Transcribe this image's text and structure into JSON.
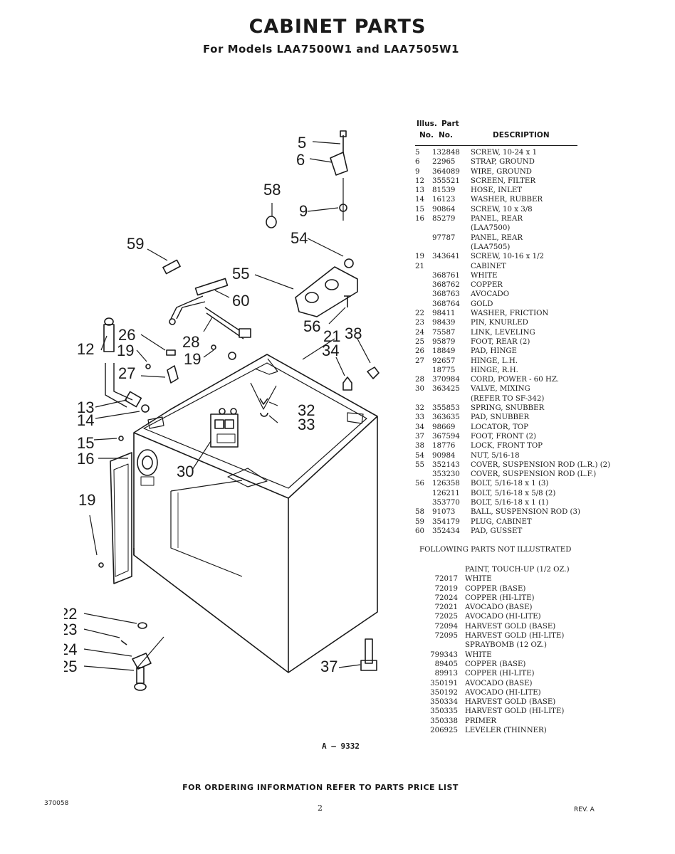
{
  "header": {
    "title": "CABINET PARTS",
    "subtitle": "For Models LAA7500W1 and LAA7505W1"
  },
  "table_header": {
    "illus_line1": "Illus.",
    "illus_line2": "No.",
    "part_line1": "Part",
    "part_line2": "No.",
    "description": "DESCRIPTION"
  },
  "parts": [
    {
      "illus": "5",
      "part": "132848",
      "desc": "SCREW, 10-24 x 1"
    },
    {
      "illus": "6",
      "part": "22965",
      "desc": "STRAP, GROUND"
    },
    {
      "illus": "9",
      "part": "364089",
      "desc": "WIRE, GROUND"
    },
    {
      "illus": "12",
      "part": "355521",
      "desc": "SCREEN, FILTER"
    },
    {
      "illus": "13",
      "part": "81539",
      "desc": "HOSE, INLET"
    },
    {
      "illus": "14",
      "part": "16123",
      "desc": "WASHER, RUBBER"
    },
    {
      "illus": "15",
      "part": "90864",
      "desc": "SCREW, 10 x 3/8"
    },
    {
      "illus": "16",
      "part": "85279",
      "desc": "PANEL, REAR"
    },
    {
      "illus": "",
      "part": "",
      "desc": "(LAA7500)"
    },
    {
      "illus": "",
      "part": "97787",
      "desc": "PANEL, REAR"
    },
    {
      "illus": "",
      "part": "",
      "desc": "(LAA7505)"
    },
    {
      "illus": "19",
      "part": "343641",
      "desc": "SCREW, 10-16 x 1/2"
    },
    {
      "illus": "21",
      "part": "",
      "desc": "CABINET"
    },
    {
      "illus": "",
      "part": "368761",
      "desc": "WHITE"
    },
    {
      "illus": "",
      "part": "368762",
      "desc": "COPPER"
    },
    {
      "illus": "",
      "part": "368763",
      "desc": "AVOCADO"
    },
    {
      "illus": "",
      "part": "368764",
      "desc": "GOLD"
    },
    {
      "illus": "22",
      "part": "98411",
      "desc": "WASHER, FRICTION"
    },
    {
      "illus": "23",
      "part": "98439",
      "desc": "PIN, KNURLED"
    },
    {
      "illus": "24",
      "part": "75587",
      "desc": "LINK, LEVELING"
    },
    {
      "illus": "25",
      "part": "95879",
      "desc": "FOOT, REAR (2)"
    },
    {
      "illus": "26",
      "part": "18849",
      "desc": "PAD, HINGE"
    },
    {
      "illus": "27",
      "part": "92657",
      "desc": "HINGE, L.H."
    },
    {
      "illus": "",
      "part": "18775",
      "desc": "HINGE, R.H."
    },
    {
      "illus": "28",
      "part": "370984",
      "desc": "CORD, POWER - 60 HZ."
    },
    {
      "illus": "30",
      "part": "363425",
      "desc": "VALVE, MIXING"
    },
    {
      "illus": "",
      "part": "",
      "desc": "(REFER TO SF-342)"
    },
    {
      "illus": "32",
      "part": "355853",
      "desc": "SPRING, SNUBBER"
    },
    {
      "illus": "33",
      "part": "363635",
      "desc": "PAD, SNUBBER"
    },
    {
      "illus": "34",
      "part": "98669",
      "desc": "LOCATOR, TOP"
    },
    {
      "illus": "37",
      "part": "367594",
      "desc": "FOOT, FRONT (2)"
    },
    {
      "illus": "38",
      "part": "18776",
      "desc": "LOCK, FRONT TOP"
    },
    {
      "illus": "54",
      "part": "90984",
      "desc": "NUT, 5/16-18"
    },
    {
      "illus": "55",
      "part": "352143",
      "desc": "COVER, SUSPENSION ROD (L.R.) (2)"
    },
    {
      "illus": "",
      "part": "353230",
      "desc": "COVER, SUSPENSION ROD (L.F.)"
    },
    {
      "illus": "56",
      "part": "126358",
      "desc": "BOLT, 5/16-18 x 1 (3)"
    },
    {
      "illus": "",
      "part": "126211",
      "desc": "BOLT, 5/16-18 x 5/8 (2)"
    },
    {
      "illus": "",
      "part": "353770",
      "desc": "BOLT, 5/16-18 x 1 (1)"
    },
    {
      "illus": "58",
      "part": "91073",
      "desc": "BALL, SUSPENSION ROD (3)"
    },
    {
      "illus": "59",
      "part": "354179",
      "desc": "PLUG, CABINET"
    },
    {
      "illus": "60",
      "part": "352434",
      "desc": "PAD, GUSSET"
    }
  ],
  "not_illustrated_heading": "FOLLOWING PARTS NOT ILLUSTRATED",
  "extras": [
    {
      "part": "",
      "desc": "PAINT, TOUCH-UP (1/2 OZ.)"
    },
    {
      "part": "72017",
      "desc": "WHITE"
    },
    {
      "part": "72019",
      "desc": "COPPER (BASE)"
    },
    {
      "part": "72024",
      "desc": "COPPER (HI-LITE)"
    },
    {
      "part": "72021",
      "desc": "AVOCADO (BASE)"
    },
    {
      "part": "72025",
      "desc": "AVOCADO (HI-LITE)"
    },
    {
      "part": "72094",
      "desc": "HARVEST GOLD (BASE)"
    },
    {
      "part": "72095",
      "desc": "HARVEST GOLD (HI-LITE)"
    },
    {
      "part": "",
      "desc": "SPRAYBOMB (12 OZ.)"
    },
    {
      "part": "799343",
      "desc": "WHITE"
    },
    {
      "part": "89405",
      "desc": "COPPER (BASE)"
    },
    {
      "part": "89913",
      "desc": "COPPER (HI-LITE)"
    },
    {
      "part": "350191",
      "desc": "AVOCADO (BASE)"
    },
    {
      "part": "350192",
      "desc": "AVOCADO (HI-LITE)"
    },
    {
      "part": "350334",
      "desc": "HARVEST GOLD (BASE)"
    },
    {
      "part": "350335",
      "desc": "HARVEST GOLD (HI-LITE)"
    },
    {
      "part": "350338",
      "desc": "PRIMER"
    },
    {
      "part": "206925",
      "desc": "LEVELER (THINNER)"
    }
  ],
  "diagram": {
    "callouts": {
      "c5": "5",
      "c6": "6",
      "c58": "58",
      "c9": "9",
      "c59": "59",
      "c54": "54",
      "c55": "55",
      "c60": "60",
      "c56": "56",
      "c28": "28",
      "c21": "21",
      "c38": "38",
      "c34": "34",
      "c26": "26",
      "c12": "12",
      "c19a": "19",
      "c19b": "19",
      "c27": "27",
      "c13": "13",
      "c14": "14",
      "c32": "32",
      "c33": "33",
      "c15": "15",
      "c16": "16",
      "c30": "30",
      "c19c": "19",
      "c22": "22",
      "c23": "23",
      "c24": "24",
      "c25": "25",
      "c37": "37"
    }
  },
  "figure_number": "A — 9332",
  "ordering_note": "FOR ORDERING INFORMATION REFER TO PARTS PRICE LIST",
  "footer": {
    "doc_number": "370058",
    "page": "2",
    "revision": "REV. A"
  }
}
